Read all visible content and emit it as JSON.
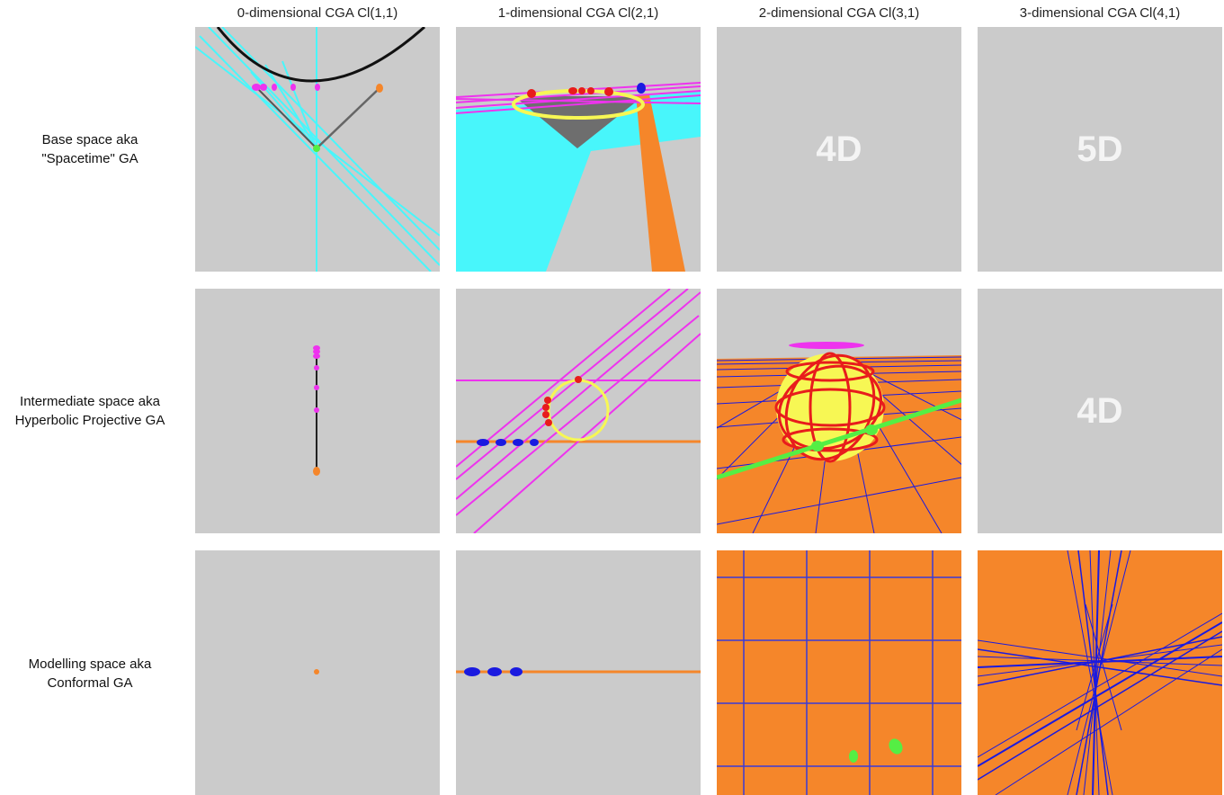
{
  "columns": [
    "0-dimensional CGA Cl(1,1)",
    "1-dimensional CGA Cl(2,1)",
    "2-dimensional CGA Cl(3,1)",
    "3-dimensional CGA Cl(4,1)"
  ],
  "rows": [
    {
      "line1": "Base space aka",
      "line2": "\"Spacetime\" GA"
    },
    {
      "line1": "Intermediate space aka",
      "line2": "Hyperbolic Projective GA"
    },
    {
      "line1": "Modelling space aka",
      "line2": "Conformal GA"
    }
  ],
  "placeholders": {
    "base_2d": "4D",
    "base_3d": "5D",
    "intermediate_3d": "4D"
  },
  "colors": {
    "panel_bg": "#cbcbcb",
    "cyan": "#48f6fb",
    "magenta": "#ee33ee",
    "orange": "#f5862a",
    "yellow": "#f7f754",
    "red": "#e81c1c",
    "blue": "#1a1ae0",
    "green": "#55ee44",
    "dark_gray": "#707070"
  }
}
